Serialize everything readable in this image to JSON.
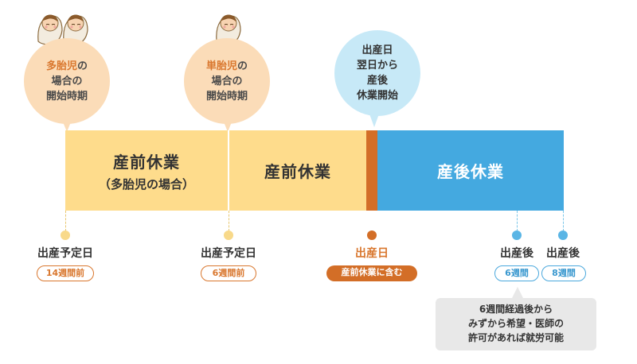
{
  "bubbles": {
    "multiple": {
      "highlight": "多胎児",
      "line1_rest": "の",
      "line2": "場合の",
      "line3": "開始時期"
    },
    "single": {
      "highlight": "単胎児",
      "line1_rest": "の",
      "line2": "場合の",
      "line3": "開始時期"
    },
    "postpartum": {
      "line1": "出産日",
      "line2": "翌日から",
      "line3": "産後",
      "line4": "休業開始"
    }
  },
  "bar": {
    "seg1_main": "産前休業",
    "seg1_sub": "（多胎児の場合）",
    "seg2_main": "産前休業",
    "seg3_main": "産後休業"
  },
  "markers": [
    {
      "label": "出産予定日",
      "pill": "14週間前"
    },
    {
      "label": "出産予定日",
      "pill": "6週間前"
    },
    {
      "label": "出産日",
      "pill": "産前休業に含む"
    },
    {
      "label": "出産後",
      "pill": "6週間"
    },
    {
      "label": "出産後",
      "pill": "8週間"
    }
  ],
  "note": {
    "line1": "6週間経過後から",
    "line2": "みずから希望・医師の",
    "line3": "許可があれば就労可能"
  },
  "colors": {
    "prenatal": "#fedc8c",
    "birth_day": "#d36e27",
    "postnatal": "#44a9e0",
    "highlight_text": "#d9772e",
    "peach_bubble": "#fbdcb8",
    "blue_bubble": "#c7e9f7"
  },
  "icons": [
    "baby-icon",
    "baby-icon",
    "baby-icon"
  ]
}
